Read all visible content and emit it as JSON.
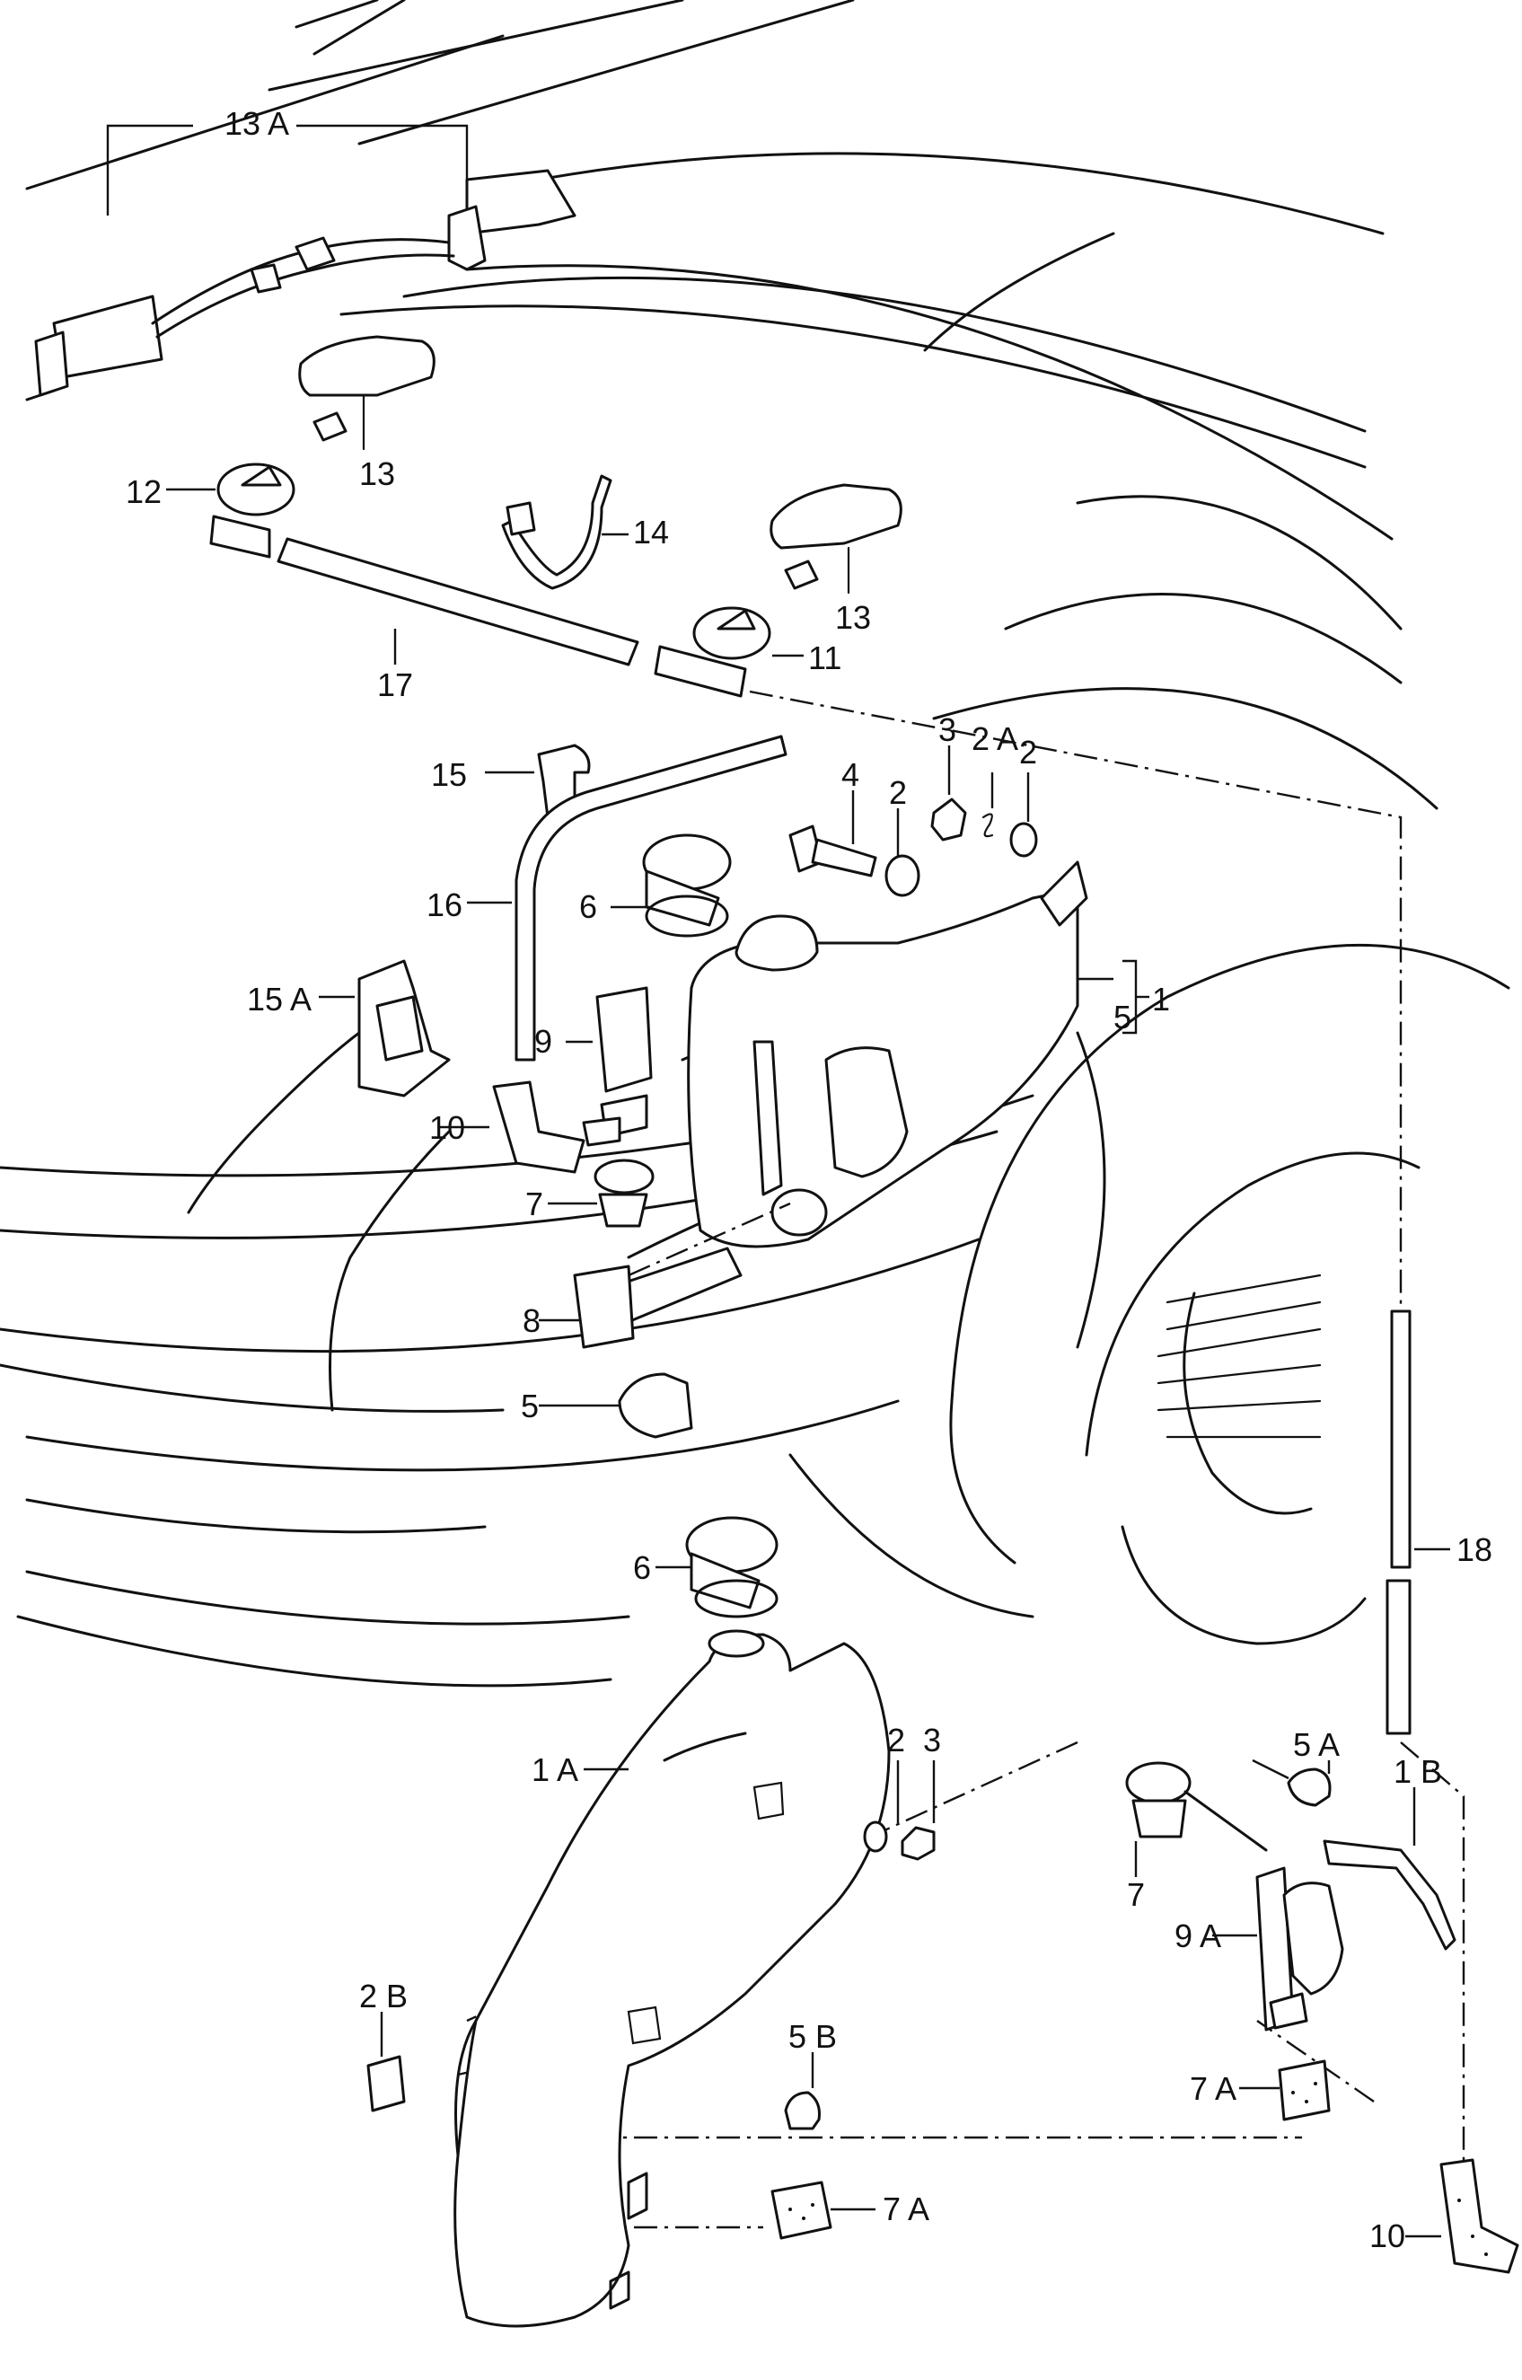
{
  "labels": {
    "l13A": "13 A",
    "l13a": "13",
    "l13b": "13",
    "l12": "12",
    "l14": "14",
    "l17": "17",
    "l11": "11",
    "l15": "15",
    "l16": "16",
    "l15A": "15 A",
    "l6a": "6",
    "l9": "9",
    "l10a": "10",
    "l7a": "7",
    "l8": "8",
    "l5a": "5",
    "l4": "4",
    "l2a": "2",
    "l3a": "3",
    "l2A": "2 A",
    "l2b": "2",
    "l5b": "5",
    "l1": "1",
    "l18": "18",
    "l6b": "6",
    "l1A": "1 A",
    "l2c": "2",
    "l3b": "3",
    "l5A": "5 A",
    "l1B": "1 B",
    "l7b": "7",
    "l9A": "9 A",
    "l2B": "2 B",
    "l5B": "5 B",
    "l7A": "7 A",
    "l7A2": "7 A",
    "l10b": "10"
  }
}
